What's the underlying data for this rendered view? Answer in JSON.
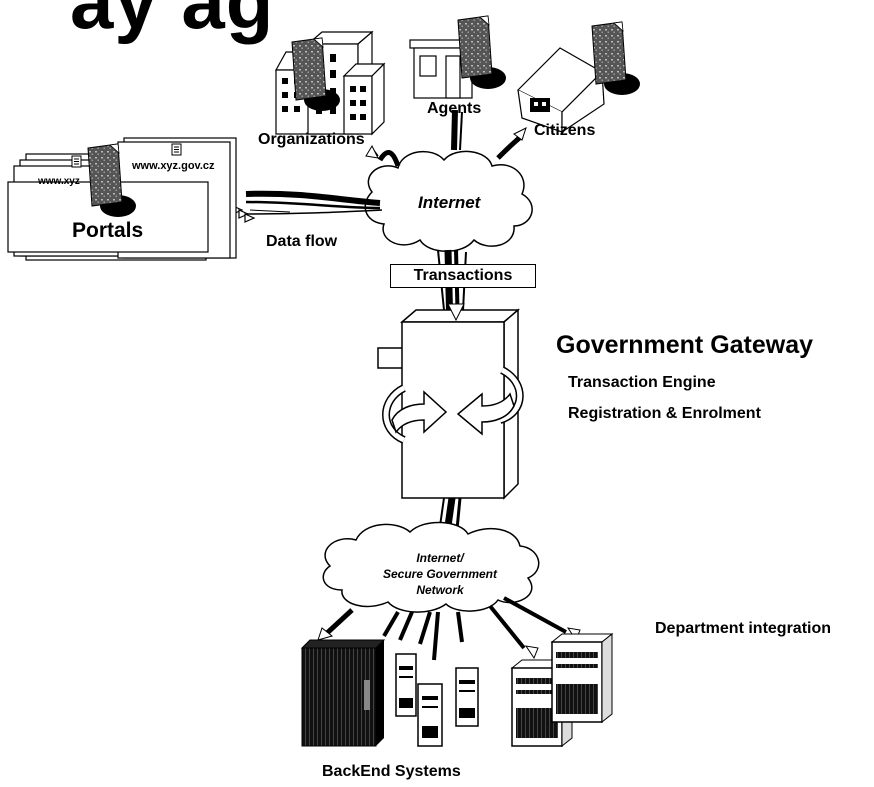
{
  "title_fragment": "ay ag",
  "gateway": {
    "title": "Government Gateway",
    "items": [
      "Transaction Engine",
      "Registration & Enrolment"
    ]
  },
  "department_integration": "Department integration",
  "backend": "BackEnd Systems",
  "internet_top": "Internet",
  "internet_bottom": [
    "Internet/",
    "Secure Government",
    "Network"
  ],
  "transactions": "Transactions",
  "data_flow": "Data flow",
  "portals": {
    "label": "Portals",
    "url_front": "www.xyz.gov.cz",
    "url_back": "www.xyz"
  },
  "actors": {
    "organizations": "Organizations",
    "agents": "Agents",
    "citizens": "Citizens"
  },
  "icons": [
    "document-icon",
    "building-icon",
    "house-icon",
    "shop-icon",
    "server-icon",
    "mainframe-icon",
    "cloud-icon"
  ]
}
